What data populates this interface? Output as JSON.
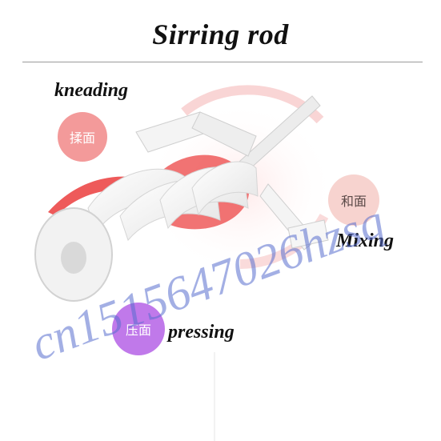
{
  "title": "Sirring rod",
  "labels": {
    "kneading": "kneading",
    "kneading_cn": "揉面",
    "mixing": "Mixing",
    "mixing_cn": "和面",
    "pressing": "pressing",
    "pressing_cn": "压面"
  },
  "watermark": "cn1515647026hzsq",
  "colors": {
    "kneading_badge": "#f39a9a",
    "mixing_badge": "#f7c9c4",
    "pressing_badge": "#c079ea",
    "arrow_red": "#ee5a5a"
  }
}
